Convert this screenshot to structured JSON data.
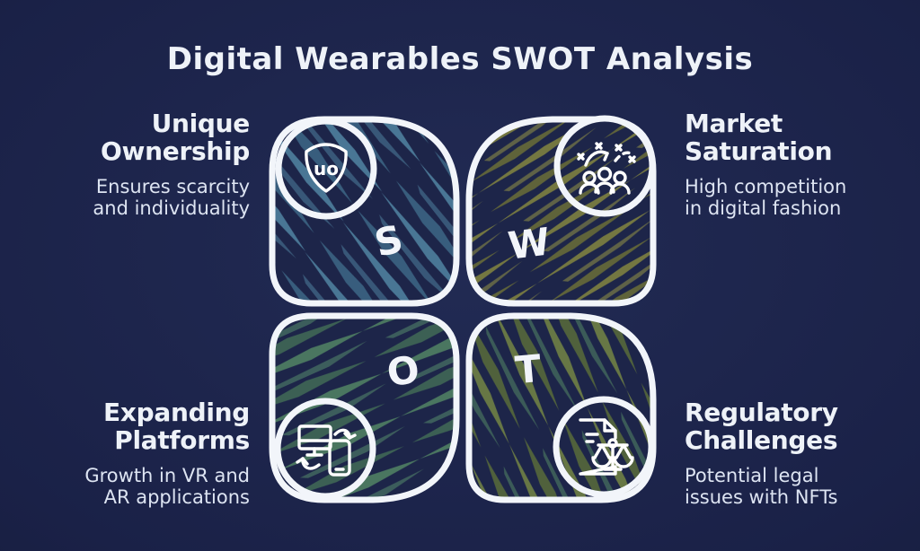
{
  "title": "Digital Wearables SWOT Analysis",
  "quadrants": [
    {
      "id": "strengths",
      "letter": "S",
      "heading": "Unique\nOwnership",
      "description": "Ensures scarcity\nand individuality",
      "icon": "shield-uo-icon",
      "icon_text": "uo",
      "texture_color": "#4e7f9e"
    },
    {
      "id": "weaknesses",
      "letter": "W",
      "heading": "Market\nSaturation",
      "description": "High competition\nin digital fashion",
      "icon": "crowd-competition-icon",
      "texture_color": "#7d8040"
    },
    {
      "id": "opportunities",
      "letter": "O",
      "heading": "Expanding\nPlatforms",
      "description": "Growth in VR and\nAR applications",
      "icon": "devices-sync-icon",
      "texture_color": "#4f7f63"
    },
    {
      "id": "threats",
      "letter": "T",
      "heading": "Regulatory\nChallenges",
      "description": "Potential legal\nissues with NFTs",
      "icon": "document-scales-icon",
      "texture_color": "#6f8045"
    }
  ],
  "colors": {
    "background": "#1a2147",
    "petal_base": "#1d2549",
    "outline": "#f2f5fa",
    "heading_text": "#eef2f8",
    "body_text": "#dde4f2"
  }
}
